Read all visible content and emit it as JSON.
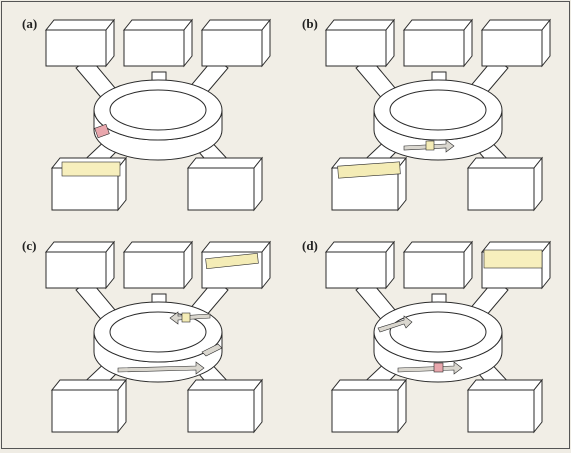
{
  "panels": [
    {
      "label": "(a)"
    },
    {
      "label": "(b)"
    },
    {
      "label": "(c)"
    },
    {
      "label": "(d)"
    }
  ],
  "colors": {
    "paper": "#f1eee6",
    "line": "#2b2b2b",
    "box": "#ffffff",
    "highlight": "#f7efbd",
    "packet_pink": "#e9a7ad",
    "packet_yellow": "#f4ecb6",
    "arrow_gray": "#dad7cf"
  }
}
